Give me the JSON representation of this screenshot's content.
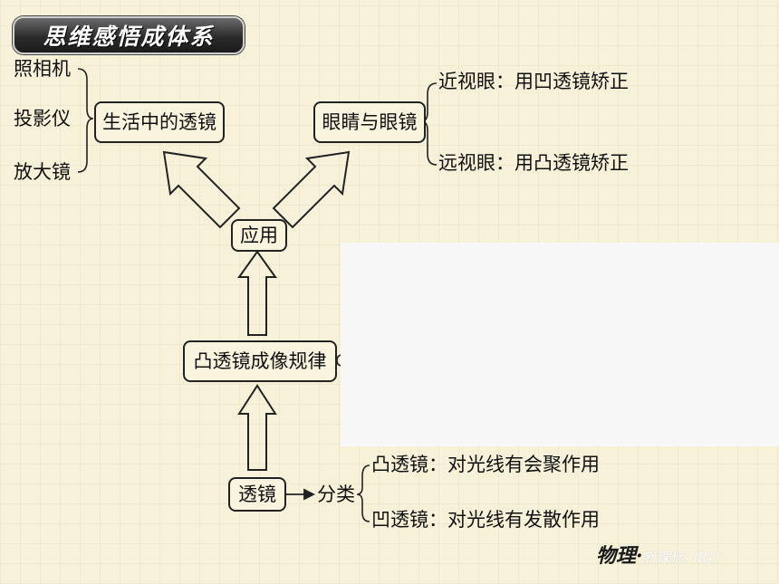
{
  "banner": {
    "title": "思维感悟成体系"
  },
  "left_items": [
    "照相机",
    "投影仪",
    "放大镜"
  ],
  "boxes": {
    "life_lens": "生活中的透镜",
    "eye_glasses": "眼睛与眼镜",
    "application": "应用",
    "imaging_rule": "凸透镜成像规律",
    "lens": "透镜"
  },
  "eye_items": [
    "近视眼：用凹透镜矫正",
    "远视眼：用凸透镜矫正"
  ],
  "classify_label": "分类",
  "classify_items": [
    "凸透镜：对光线有会聚作用",
    "凹透镜：对光线有发散作用"
  ],
  "footer": {
    "subject": "物理·",
    "edition": "新课标（RJ）"
  }
}
